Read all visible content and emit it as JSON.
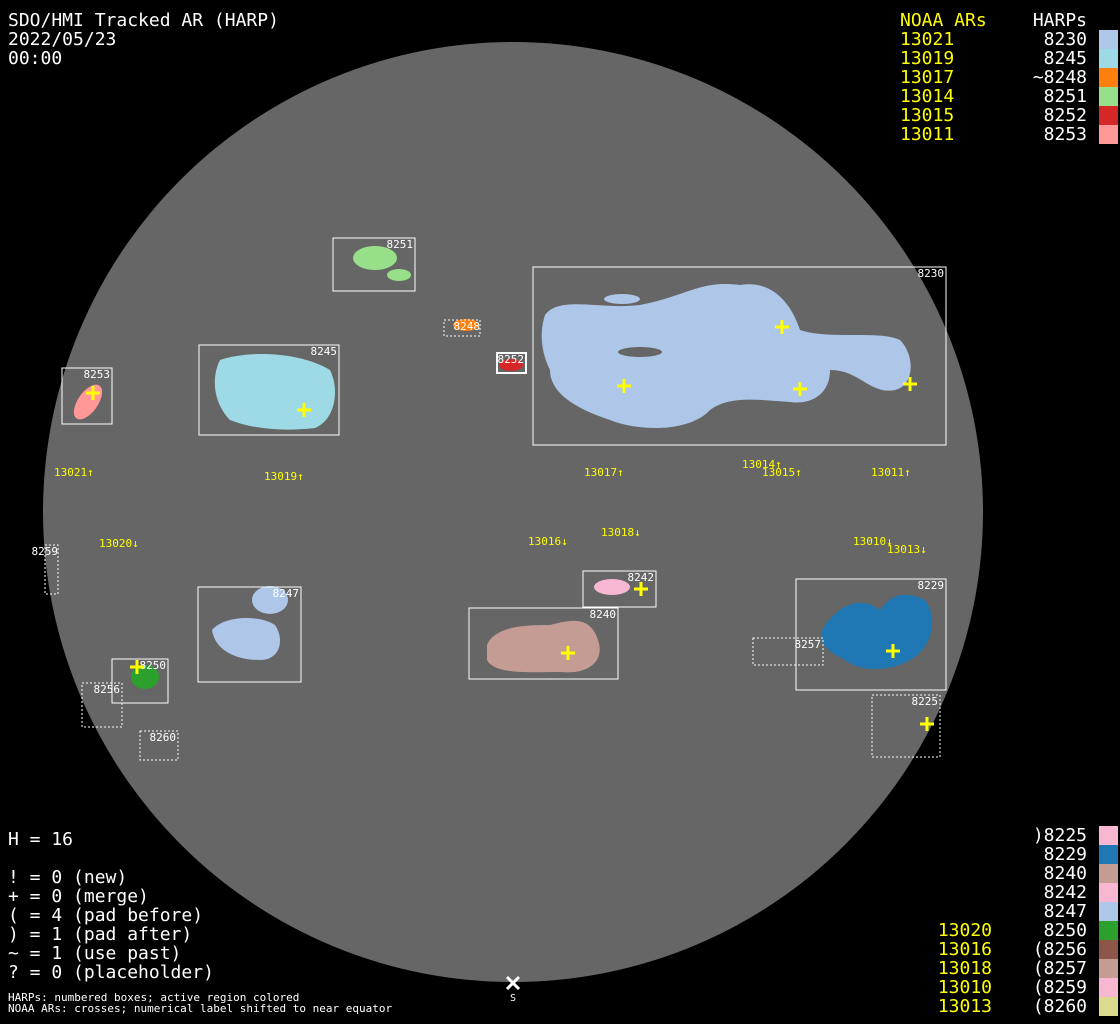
{
  "header": {
    "title": "SDO/HMI Tracked AR (HARP)",
    "date": "2022/05/23",
    "time": "00:00"
  },
  "legend_top": {
    "noaa_header": "NOAA ARs",
    "harp_header": "HARPs",
    "rows": [
      {
        "noaa": "13021",
        "harp": "8230",
        "color": "#aec7e8"
      },
      {
        "noaa": "13019",
        "harp": "8245",
        "color": "#9edae5"
      },
      {
        "noaa": "13017",
        "harp": "~8248",
        "color": "#ff7f0e"
      },
      {
        "noaa": "13014",
        "harp": "8251",
        "color": "#98df8a"
      },
      {
        "noaa": "13015",
        "harp": "8252",
        "color": "#d62728"
      },
      {
        "noaa": "13011",
        "harp": "8253",
        "color": "#ff9896"
      }
    ]
  },
  "legend_bottom": {
    "rows": [
      {
        "noaa": "",
        "harp": ")8225",
        "color": "#f7b6d2"
      },
      {
        "noaa": "",
        "harp": "8229",
        "color": "#1f77b4"
      },
      {
        "noaa": "",
        "harp": "8240",
        "color": "#c49c94"
      },
      {
        "noaa": "",
        "harp": "8242",
        "color": "#f7b6d2"
      },
      {
        "noaa": "",
        "harp": "8247",
        "color": "#aec7e8"
      },
      {
        "noaa": "13020",
        "harp": "8250",
        "color": "#2ca02c"
      },
      {
        "noaa": "13016",
        "harp": "(8256",
        "color": "#8c564b"
      },
      {
        "noaa": "13018",
        "harp": "(8257",
        "color": "#c49c94"
      },
      {
        "noaa": "13010",
        "harp": "(8259",
        "color": "#f7b6d2"
      },
      {
        "noaa": "13013",
        "harp": "(8260",
        "color": "#dbdb8d"
      }
    ]
  },
  "stats": {
    "h": "H = 16",
    "lines": [
      "! = 0 (new)",
      "+ = 0 (merge)",
      "( = 4 (pad before)",
      ") = 1 (pad after)",
      "~ = 1 (use past)",
      "? = 0 (placeholder)"
    ]
  },
  "notes": [
    "HARPs: numbered boxes; active region colored",
    "NOAA ARs: crosses; numerical label shifted to near equator"
  ],
  "south_label": "S",
  "harp_boxes": [
    "8251",
    "8248",
    "8252",
    "8230",
    "8253",
    "8245",
    "8259",
    "8247",
    "8242",
    "8240",
    "8250",
    "8256",
    "8260",
    "8257",
    "8229",
    "8225"
  ],
  "noaa_labels": [
    "13021↑",
    "13019↑",
    "13017↑",
    "13014↑",
    "13015↑",
    "13011↑",
    "13020↓",
    "13016↓",
    "13018↓",
    "13010↓",
    "13013↓"
  ]
}
